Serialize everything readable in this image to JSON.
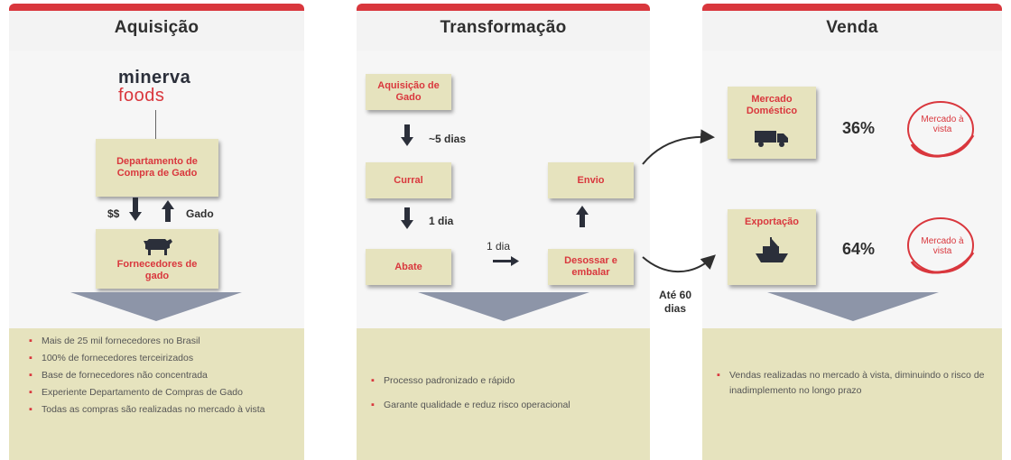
{
  "panels": {
    "acquisition": {
      "title": "Aquisição",
      "logo": {
        "line1": "minerva",
        "line2": "foods"
      },
      "dept_box": "Departamento de Compra de Gado",
      "left_label": "$$",
      "right_label": "Gado",
      "supplier_box": "Fornecedores de gado",
      "bullets": [
        "Mais de 25 mil fornecedores no Brasil",
        "100% de fornecedores terceirizados",
        "Base de fornecedores não concentrada",
        "Experiente Departamento de Compras de Gado",
        "Todas as compras são realizadas no mercado à vista"
      ]
    },
    "transformation": {
      "title": "Transformação",
      "box_acq": "Aquisição de Gado",
      "label_5dias": "~5 dias",
      "box_curral": "Curral",
      "label_1dia_a": "1 dia",
      "box_abate": "Abate",
      "label_1dia_b": "1 dia",
      "box_desossar": "Desossar e embalar",
      "box_envio": "Envio",
      "label_ate60": "Até 60 dias",
      "bullets": [
        "Processo padronizado e rápido",
        "Garante qualidade e reduz risco operacional"
      ]
    },
    "sale": {
      "title": "Venda",
      "domestic_box": "Mercado Doméstico",
      "domestic_pct": "36%",
      "domestic_stamp": "Mercado à vista",
      "export_box": "Exportação",
      "export_pct": "64%",
      "export_stamp": "Mercado à vista",
      "bullets": [
        "Vendas realizadas no mercado à vista, diminuindo o risco de inadimplemento no longo prazo"
      ]
    }
  },
  "colors": {
    "accent": "#d9373d",
    "box_fill": "#e6e3be",
    "chevron": "#8d95a8",
    "text_dark": "#2f2f2f"
  },
  "icons": [
    "arrow-down-icon",
    "arrow-up-icon",
    "arrow-right-icon",
    "cow-icon",
    "truck-icon",
    "ship-icon",
    "curved-arrow-icon"
  ]
}
